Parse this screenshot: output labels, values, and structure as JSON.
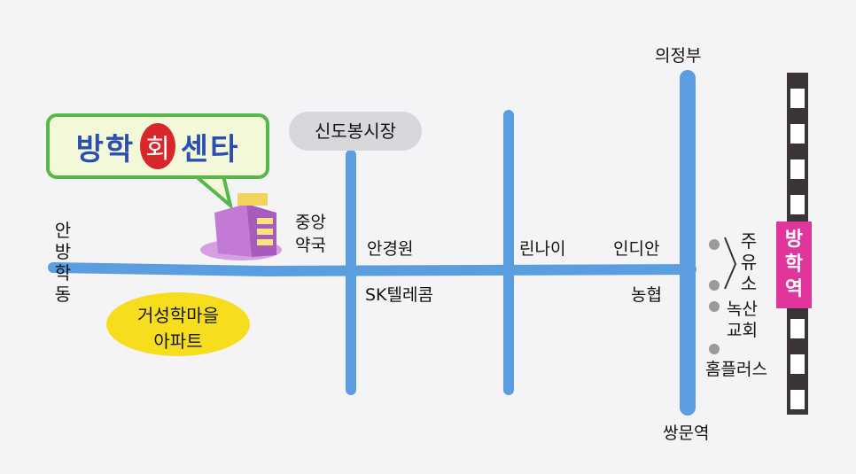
{
  "sign": {
    "part1": "방학",
    "part2": "회",
    "part3": "센타"
  },
  "labels": {
    "uijeongbu": "의정부",
    "sindobong_market": "신도봉시장",
    "jungang_pharmacy_1": "중앙",
    "jungang_pharmacy_2": "약국",
    "angyeongwon": "안경원",
    "sk_telecom": "SK텔레콤",
    "linnai": "린나이",
    "indian": "인디안",
    "nonghyup": "농협",
    "anbanghak_dong": "안방학동",
    "apartment_1": "거성학마을",
    "apartment_2": "아파트",
    "gas_station": "주유소",
    "noksan_church_1": "녹산",
    "noksan_church_2": "교회",
    "homeplus": "홈플러스",
    "ssangmun_station": "쌍문역",
    "banghak_station": "방학역"
  },
  "colors": {
    "road": "#5b9ee0",
    "sign_border": "#57b84a",
    "sign_text": "#2b4fb0",
    "hoe_circle": "#d9262b",
    "station_bg": "#e0359b",
    "apartment_bg": "#f6de1e",
    "market_bg": "#d7d7dc",
    "marker_dot": "#9a9a9a",
    "rail_dark": "#3a3434",
    "rail_light": "#ffffff"
  },
  "icons": [
    "restaurant-building-icon",
    "landmark-dot-icon",
    "railway-track-icon"
  ]
}
